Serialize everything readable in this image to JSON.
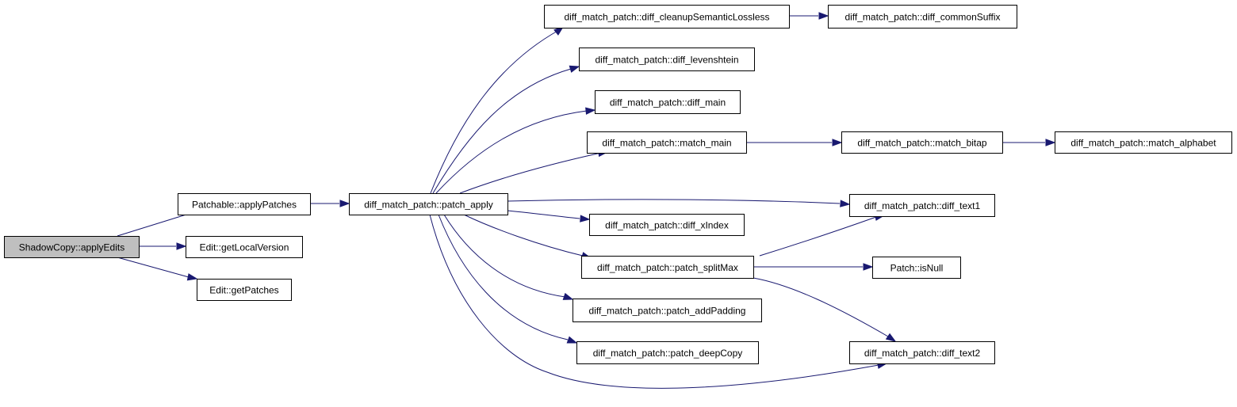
{
  "graph": {
    "colors": {
      "edge": "#191970",
      "root_fill": "#bfbfbf",
      "node_fill": "#ffffff",
      "border": "#000000"
    },
    "nodes": [
      {
        "id": "root",
        "label": "ShadowCopy::applyEdits",
        "root": true
      },
      {
        "id": "applyPatches",
        "label": "Patchable::applyPatches"
      },
      {
        "id": "getLocalVersion",
        "label": "Edit::getLocalVersion"
      },
      {
        "id": "getPatches",
        "label": "Edit::getPatches"
      },
      {
        "id": "patch_apply",
        "label": "diff_match_patch::patch_apply"
      },
      {
        "id": "cleanupSemLossless",
        "label": "diff_match_patch::diff_cleanupSemanticLossless"
      },
      {
        "id": "levenshtein",
        "label": "diff_match_patch::diff_levenshtein"
      },
      {
        "id": "diff_main",
        "label": "diff_match_patch::diff_main"
      },
      {
        "id": "match_main",
        "label": "diff_match_patch::match_main"
      },
      {
        "id": "xIndex",
        "label": "diff_match_patch::diff_xIndex"
      },
      {
        "id": "splitMax",
        "label": "diff_match_patch::patch_splitMax"
      },
      {
        "id": "addPadding",
        "label": "diff_match_patch::patch_addPadding"
      },
      {
        "id": "deepCopy",
        "label": "diff_match_patch::patch_deepCopy"
      },
      {
        "id": "commonSuffix",
        "label": "diff_match_patch::diff_commonSuffix"
      },
      {
        "id": "match_bitap",
        "label": "diff_match_patch::match_bitap"
      },
      {
        "id": "match_alphabet",
        "label": "diff_match_patch::match_alphabet"
      },
      {
        "id": "diff_text1",
        "label": "diff_match_patch::diff_text1"
      },
      {
        "id": "isNull",
        "label": "Patch::isNull"
      },
      {
        "id": "diff_text2",
        "label": "diff_match_patch::diff_text2"
      }
    ],
    "edges": [
      {
        "from": "root",
        "to": "applyPatches"
      },
      {
        "from": "root",
        "to": "getLocalVersion"
      },
      {
        "from": "root",
        "to": "getPatches"
      },
      {
        "from": "applyPatches",
        "to": "patch_apply"
      },
      {
        "from": "patch_apply",
        "to": "cleanupSemLossless"
      },
      {
        "from": "patch_apply",
        "to": "levenshtein"
      },
      {
        "from": "patch_apply",
        "to": "diff_main"
      },
      {
        "from": "patch_apply",
        "to": "match_main"
      },
      {
        "from": "patch_apply",
        "to": "diff_text1"
      },
      {
        "from": "patch_apply",
        "to": "xIndex"
      },
      {
        "from": "patch_apply",
        "to": "splitMax"
      },
      {
        "from": "patch_apply",
        "to": "addPadding"
      },
      {
        "from": "patch_apply",
        "to": "deepCopy"
      },
      {
        "from": "patch_apply",
        "to": "diff_text2"
      },
      {
        "from": "cleanupSemLossless",
        "to": "commonSuffix"
      },
      {
        "from": "match_main",
        "to": "match_bitap"
      },
      {
        "from": "match_bitap",
        "to": "match_alphabet"
      },
      {
        "from": "splitMax",
        "to": "diff_text1"
      },
      {
        "from": "splitMax",
        "to": "isNull"
      },
      {
        "from": "splitMax",
        "to": "diff_text2"
      }
    ]
  }
}
